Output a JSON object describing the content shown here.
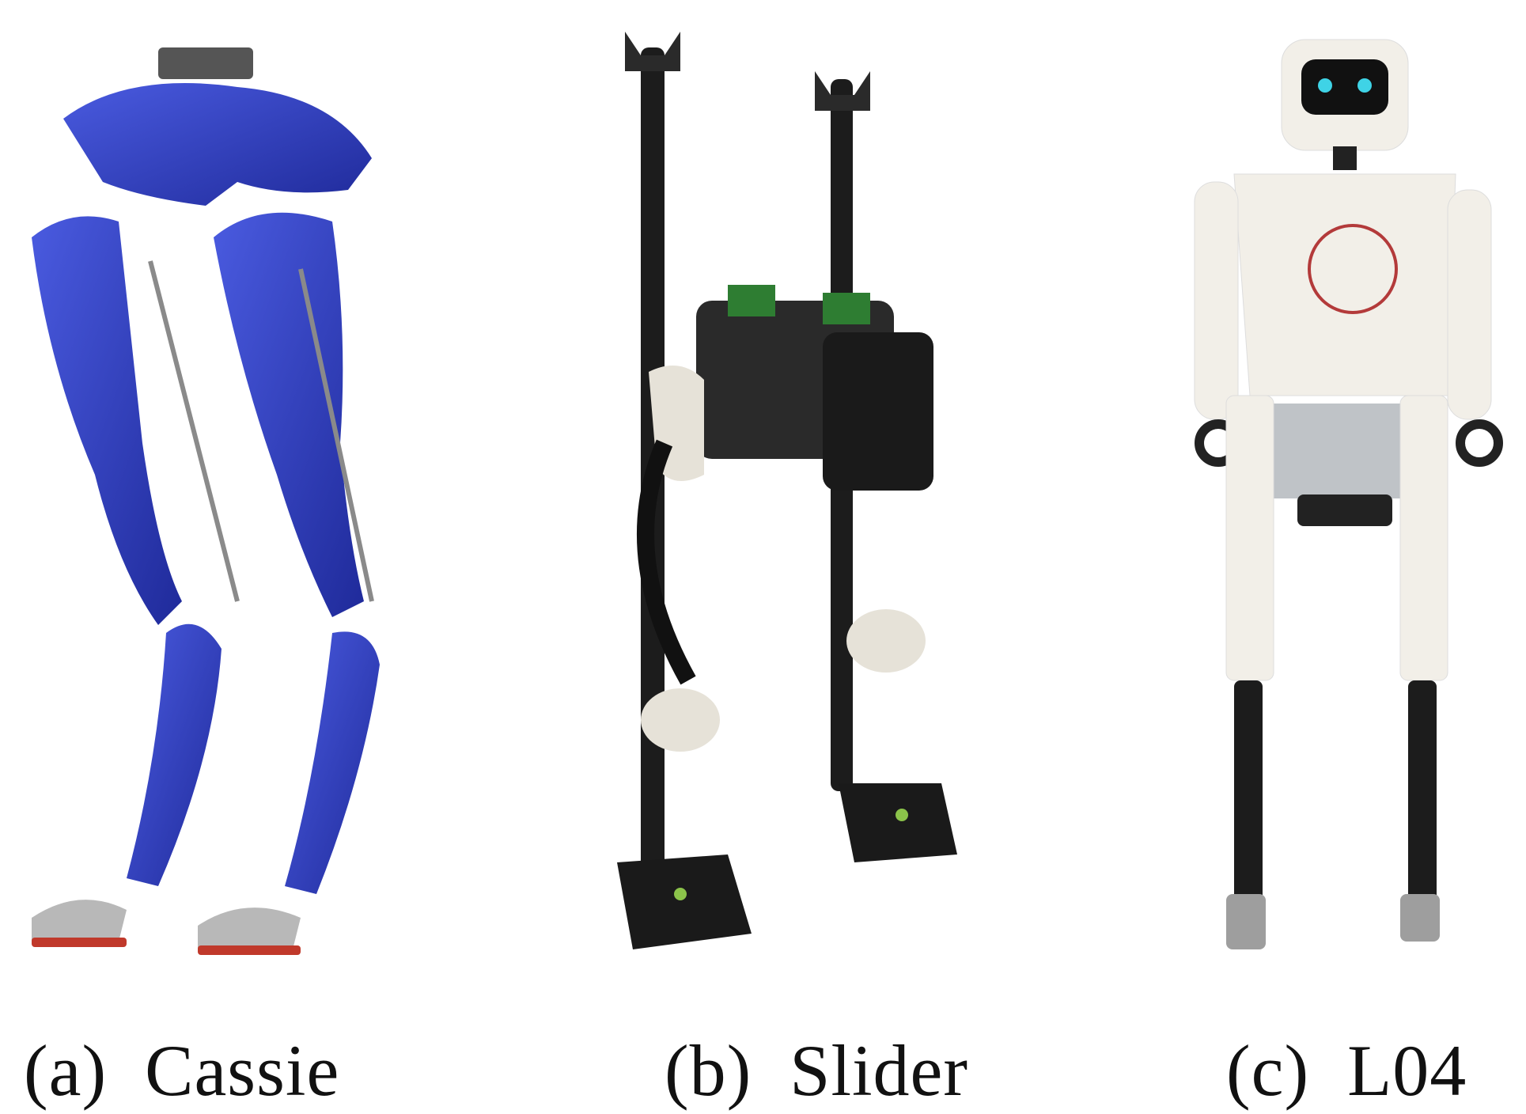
{
  "figure": {
    "panels": [
      {
        "id": "a",
        "caption": "(a)  Cassie",
        "body_color": "#2f3fc4"
      },
      {
        "id": "b",
        "caption": "(b)  Slider",
        "body_color": "#1c1c1c"
      },
      {
        "id": "c",
        "caption": "(c)  L04",
        "body_color": "#f2efe8",
        "eye_color": "#3fd3e6"
      }
    ]
  }
}
